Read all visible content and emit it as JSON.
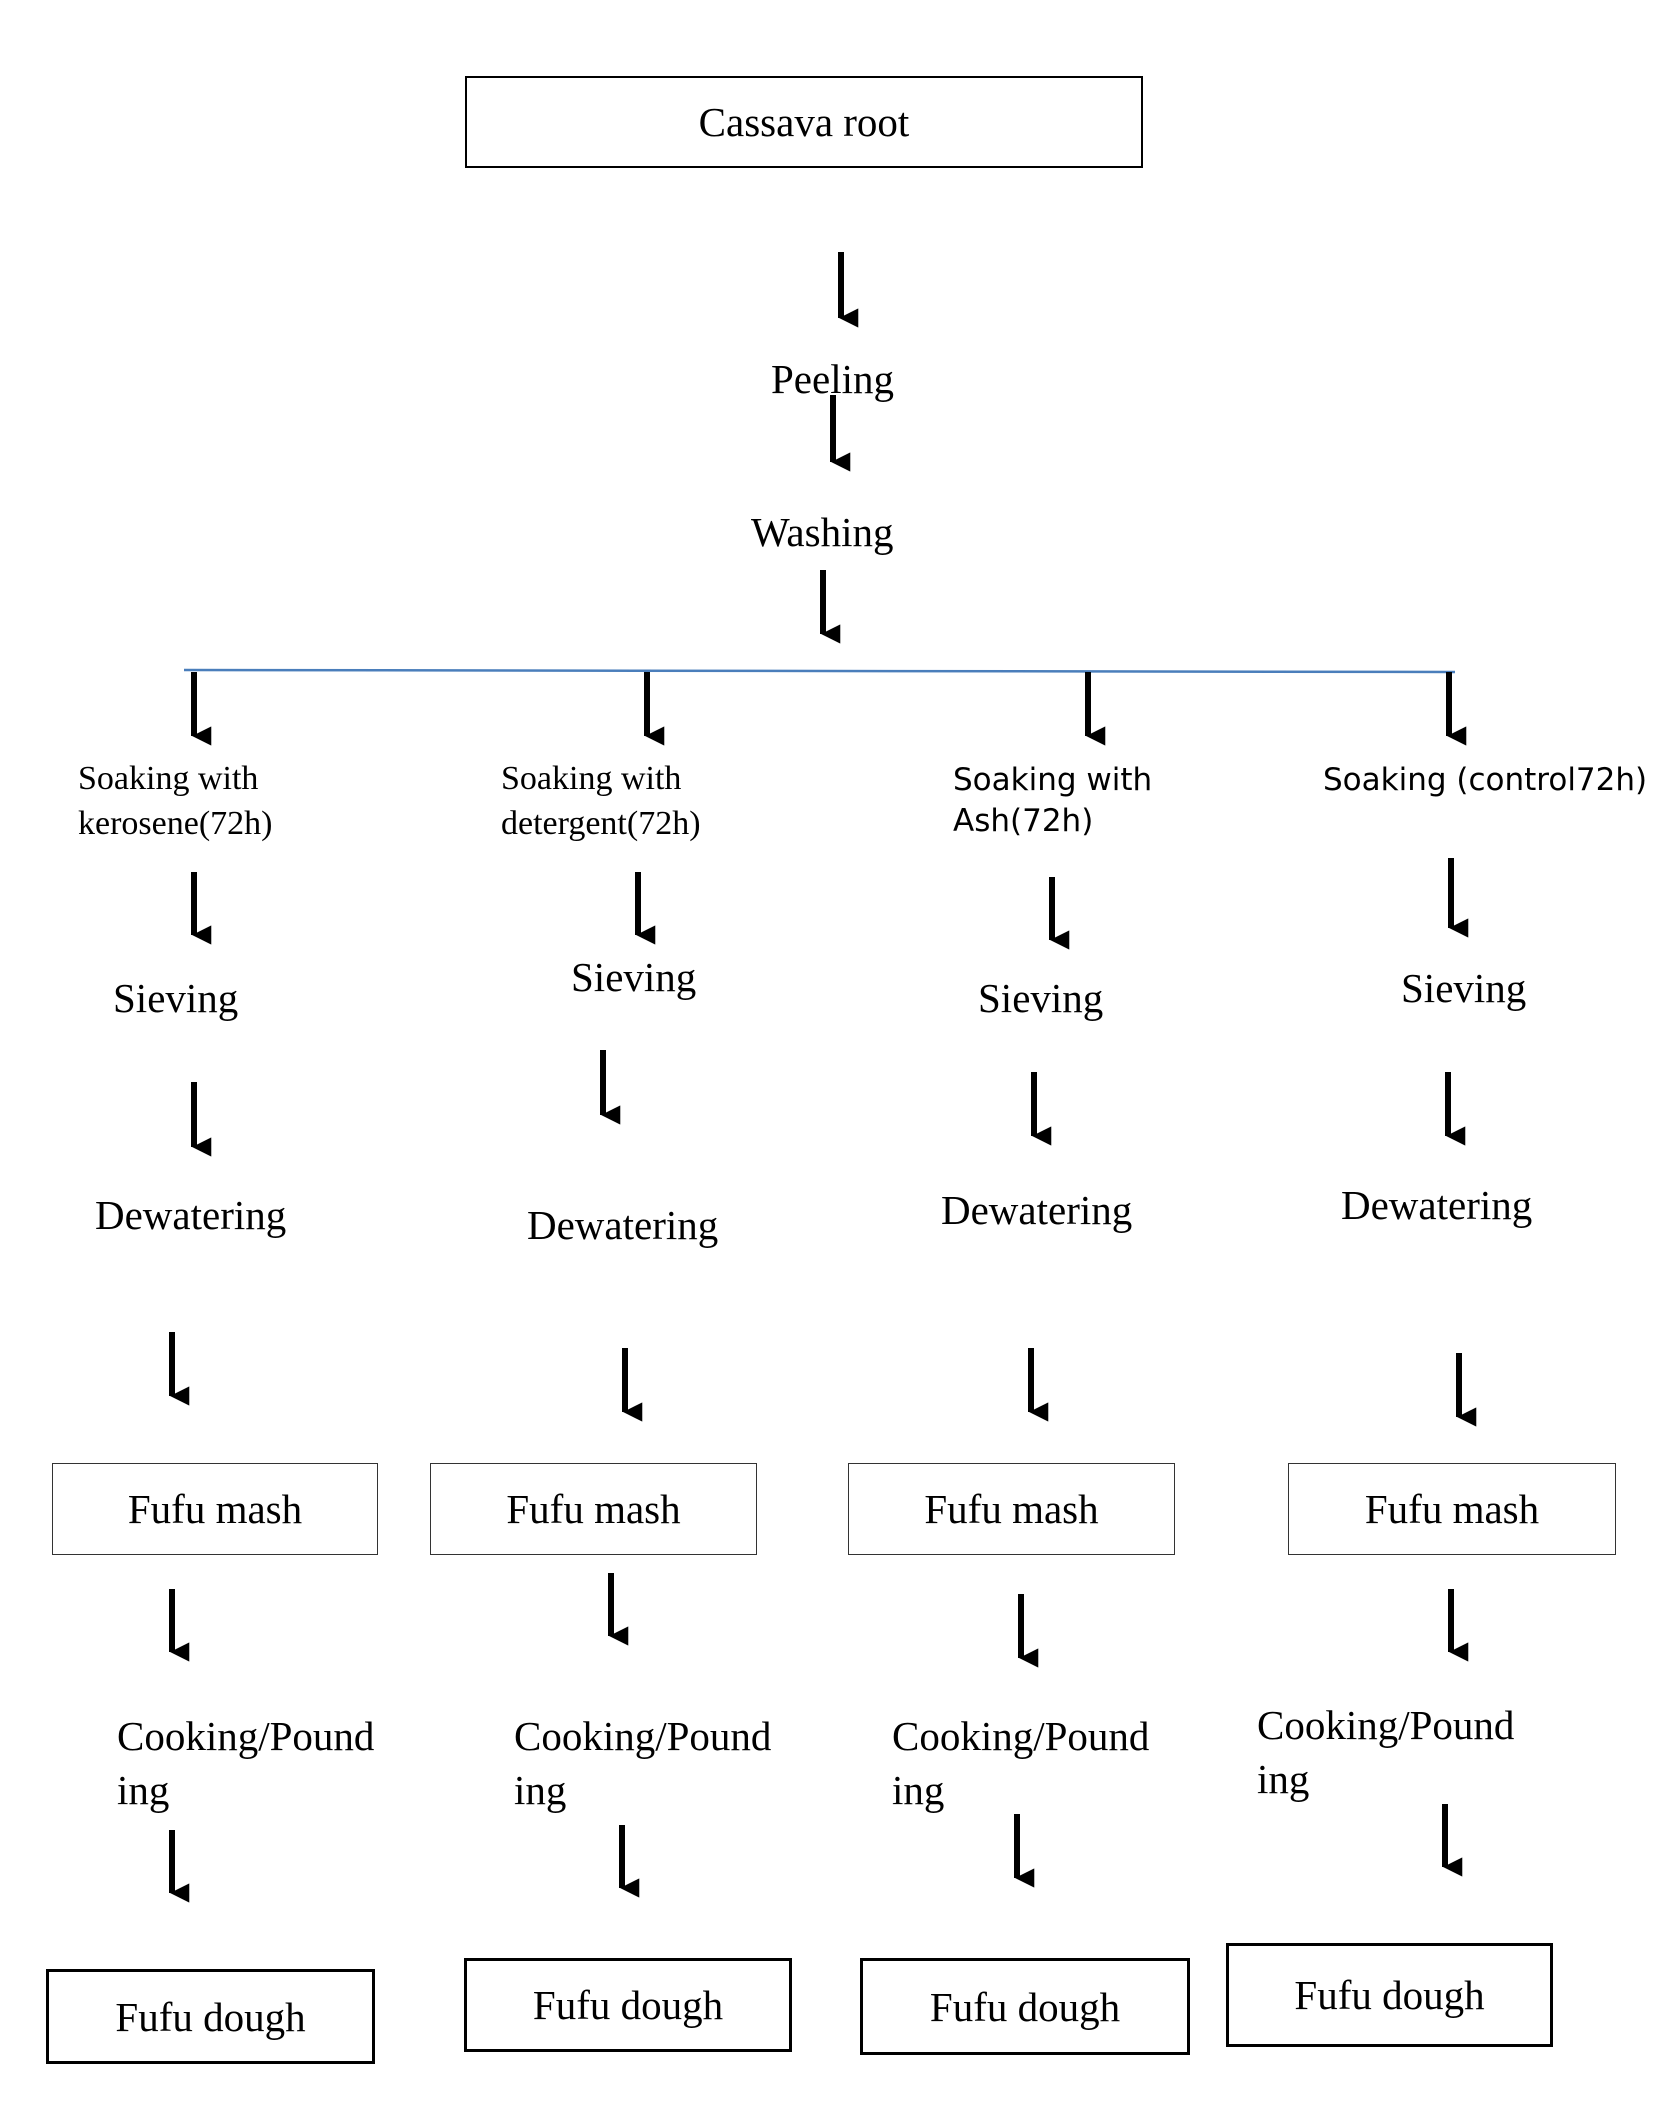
{
  "root": {
    "label": "Cassava root"
  },
  "steps": {
    "peeling": "Peeling",
    "washing": "Washing"
  },
  "branches": [
    {
      "soaking": "Soaking with\nkerosene(72h)",
      "sieving": "Sieving",
      "dewatering": "Dewatering",
      "mash": "Fufu mash",
      "cooking": "Cooking/Pound\ning",
      "dough": "Fufu dough"
    },
    {
      "soaking": "Soaking with\ndetergent(72h)",
      "sieving": "Sieving",
      "dewatering": "Dewatering",
      "mash": "Fufu mash",
      "cooking": "Cooking/Pound\ning",
      "dough": "Fufu dough"
    },
    {
      "soaking": "Soaking with\nAsh(72h)",
      "sieving": "Sieving",
      "dewatering": "Dewatering",
      "mash": "Fufu mash",
      "cooking": "Cooking/Pound\ning",
      "dough": "Fufu dough"
    },
    {
      "soaking": "Soaking (control72h)",
      "sieving": "Sieving",
      "dewatering": "Dewatering",
      "mash": "Fufu mash",
      "cooking": "Cooking/Pound\ning",
      "dough": "Fufu dough"
    }
  ],
  "colors": {
    "branch_line": "#4a7ebb",
    "arrow": "#000000"
  }
}
